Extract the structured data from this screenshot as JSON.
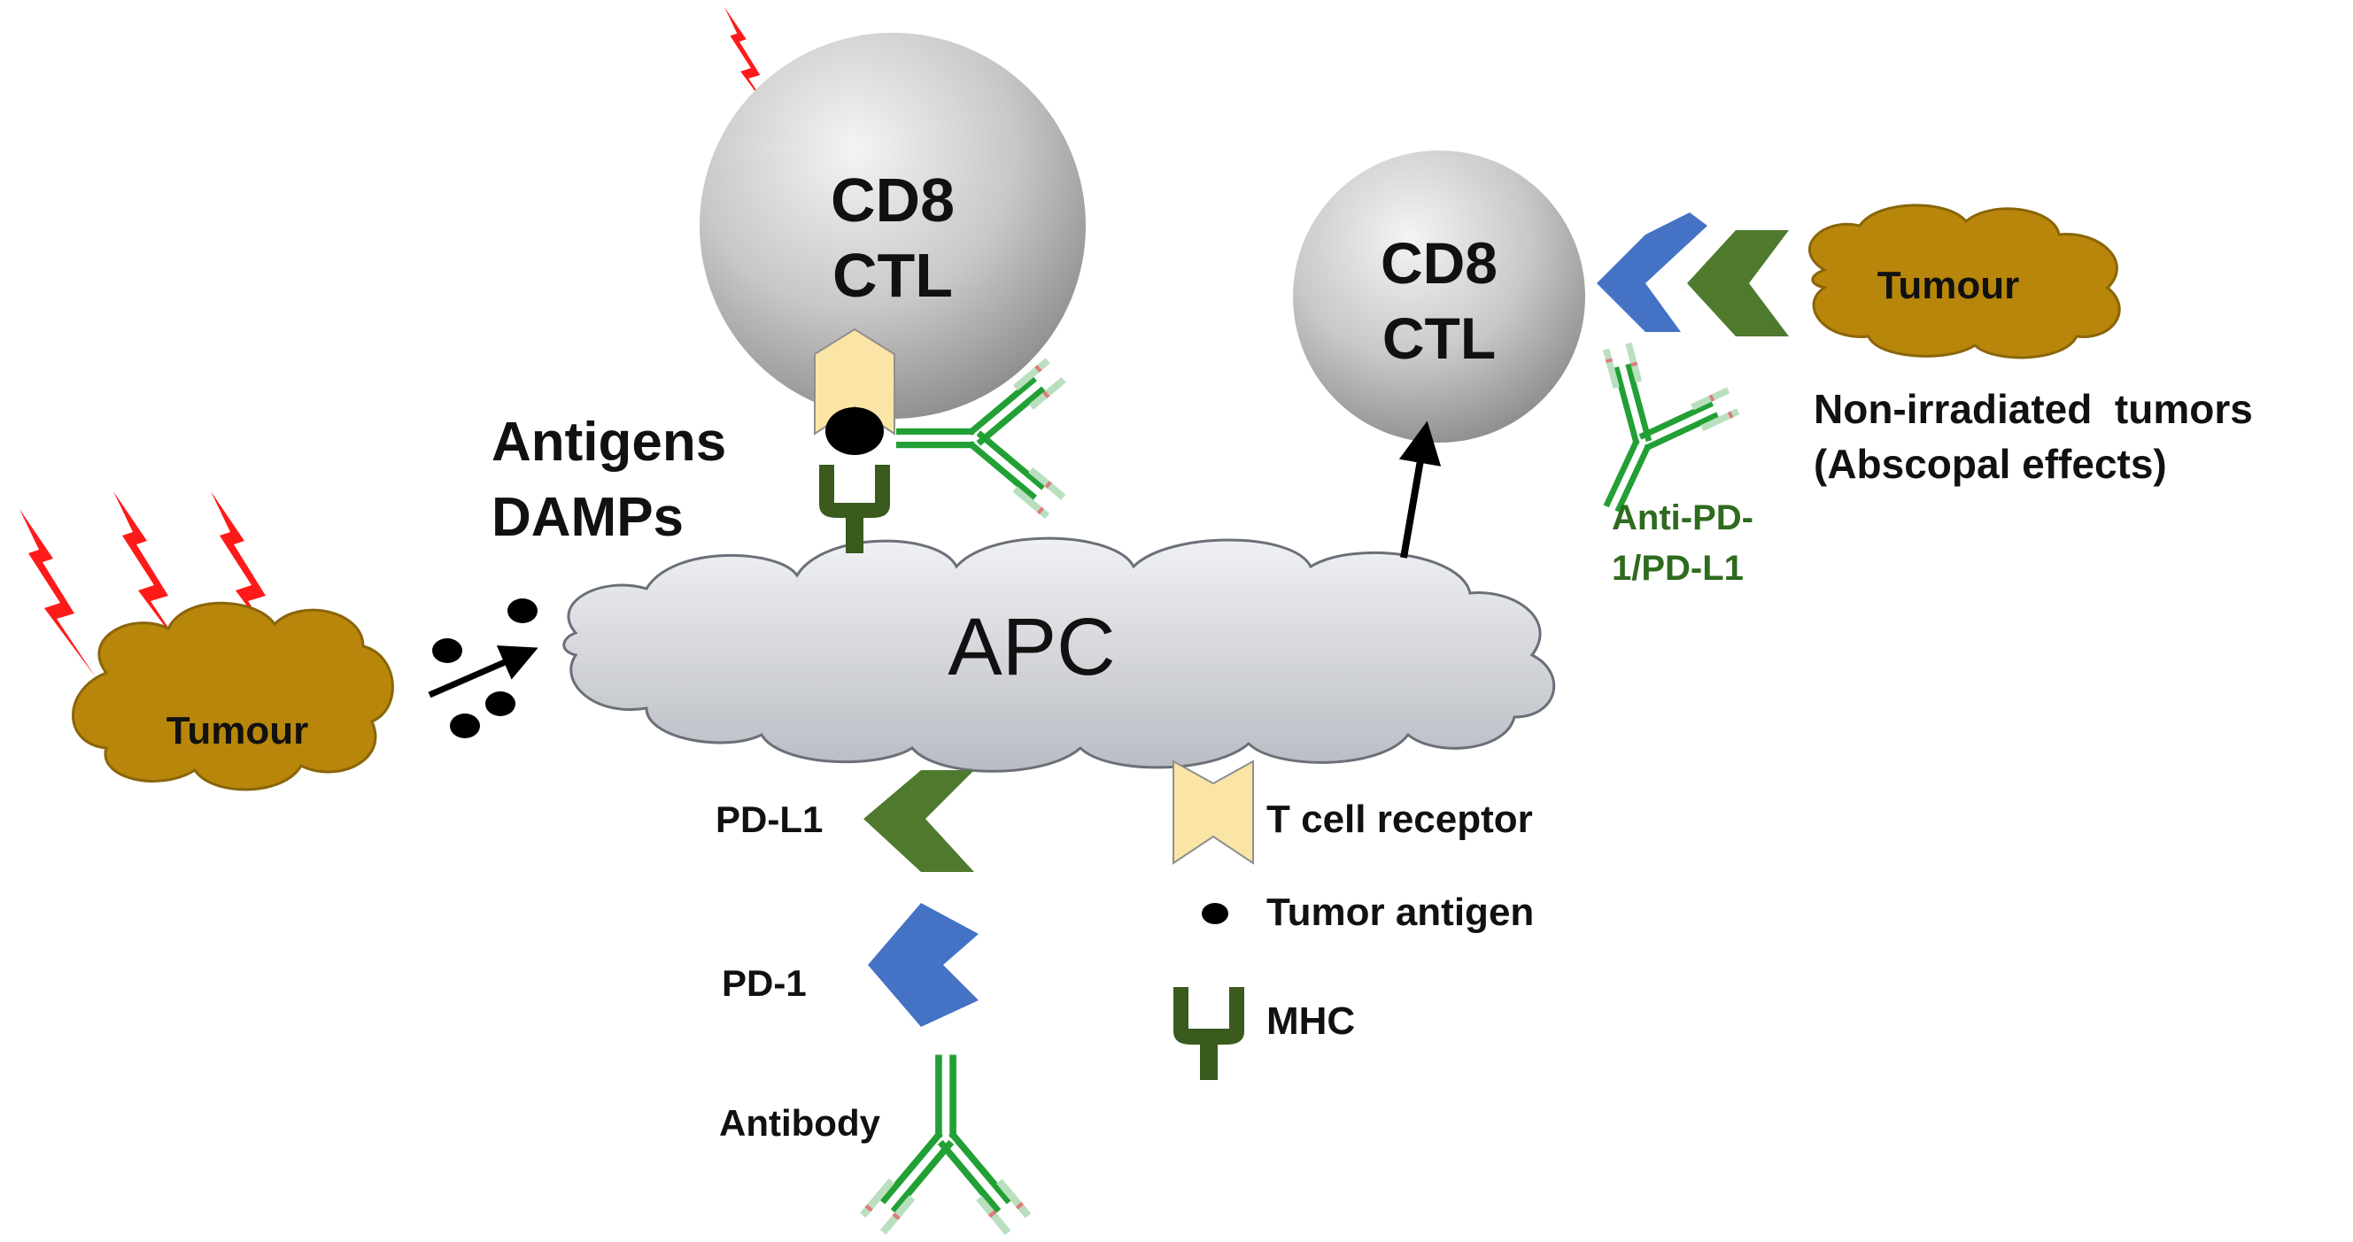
{
  "cells": {
    "cd8_top": {
      "line1": "CD8",
      "line2": "CTL"
    },
    "cd8_right": {
      "line1": "CD8",
      "line2": "CTL"
    },
    "apc": "APC",
    "tumour_left": "Tumour",
    "tumour_right": "Tumour"
  },
  "labels": {
    "antigens": "Antigens",
    "damps": "DAMPs",
    "non_irradiated": "Non-irradiated  tumors",
    "abscopal": "(Abscopal effects)",
    "anti_pd_line1": "Anti-PD-",
    "anti_pd_line2": "1/PD-L1"
  },
  "legend": {
    "pd_l1": "PD-L1",
    "pd_1": "PD-1",
    "antibody": "Antibody",
    "tcr": "T cell receptor",
    "tumor_antigen": "Tumor antigen",
    "mhc": "MHC"
  },
  "colors": {
    "radiation": "#ff1a1a",
    "tumour": "#b8860b",
    "pd_l1": "#4f7a2e",
    "pd_1": "#4472c4",
    "antibody": "#22a035",
    "tcr": "#fbe5a6",
    "mhc": "#3a5a1e",
    "anti_pd_text": "#2e6b1e"
  }
}
